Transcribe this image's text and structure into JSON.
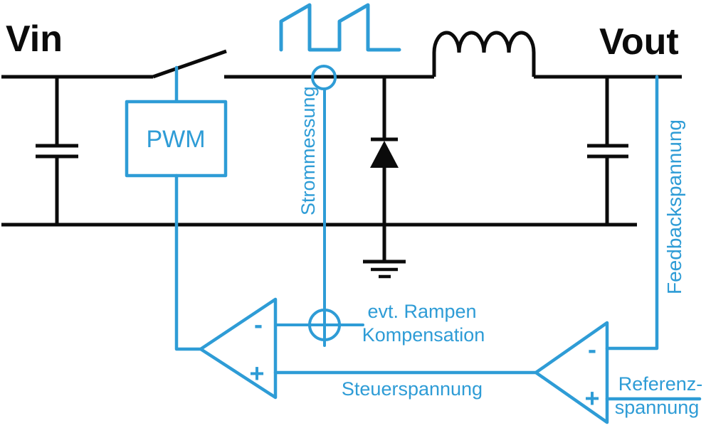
{
  "colors": {
    "accent": "#2E9CD6",
    "wire": "#0B0B0B",
    "background": "#FFFFFF"
  },
  "labels": {
    "vin": "Vin",
    "vout": "Vout",
    "pwm_block": "PWM",
    "current_sense": "Strommessung",
    "feedback_voltage": "Feedbackspannung",
    "ramp_compensation_line1": "evt. Rampen",
    "ramp_compensation_line2": "Kompensation",
    "control_voltage": "Steuerspannung",
    "reference_voltage_line1": "Referenz-",
    "reference_voltage_line2": "spannung"
  },
  "opamp": {
    "inverting_label": "-",
    "noninverting_label": "+"
  },
  "symbols": {
    "switch": "open-switch",
    "inductor": "coil-4-humps",
    "diode": "diode-pointing-up",
    "capacitor": "parallel-plate-capacitor",
    "ground": "earth-ground",
    "current_sensor": "circle-probe",
    "summing_node": "circle-with-cross",
    "waveform": "ramped-pulse-train",
    "comparator": "left-pointing-triangle"
  }
}
